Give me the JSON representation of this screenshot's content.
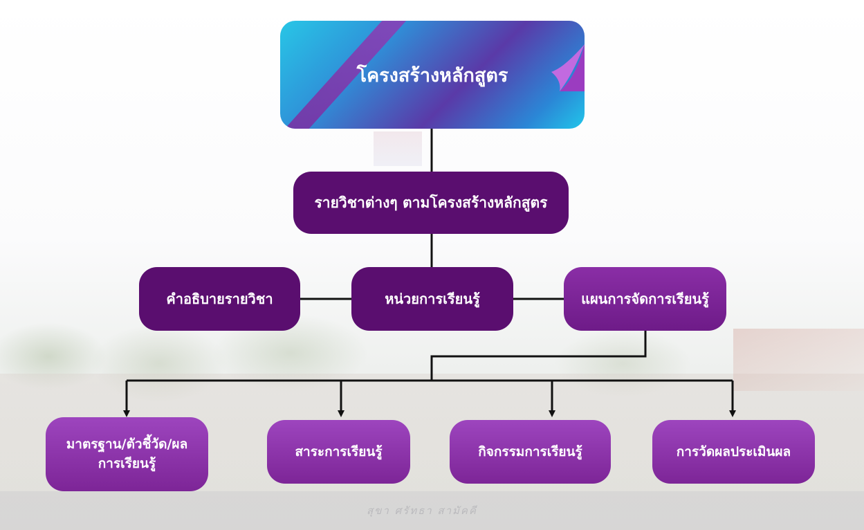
{
  "title": "โครงสร้างหลักสูตร",
  "level1": "รายวิชาต่างๆ ตามโครงสร้างหลักสูตร",
  "level2": {
    "left": "คำอธิบายรายวิชา",
    "center": "หน่วยการเรียนรู้",
    "right": "แผนการจัดการเรียนรู้"
  },
  "level3": [
    {
      "line1": "มาตรฐาน/ตัวชี้วัด/ผล",
      "line2": "การเรียนรู้"
    },
    {
      "line1": "สาระการเรียนรู้",
      "line2": ""
    },
    {
      "line1": "กิจกรรมการเรียนรู้",
      "line2": ""
    },
    {
      "line1": "การวัดผลประเมินผล",
      "line2": ""
    }
  ],
  "background_text": "สุขา ศรัทธา สามัคคี",
  "colors": {
    "dark_purple": "#5a0e6f",
    "purple": "#7d2597",
    "light_purple": "#9d45be",
    "cyan": "#28c6e6",
    "connector": "#111111"
  }
}
